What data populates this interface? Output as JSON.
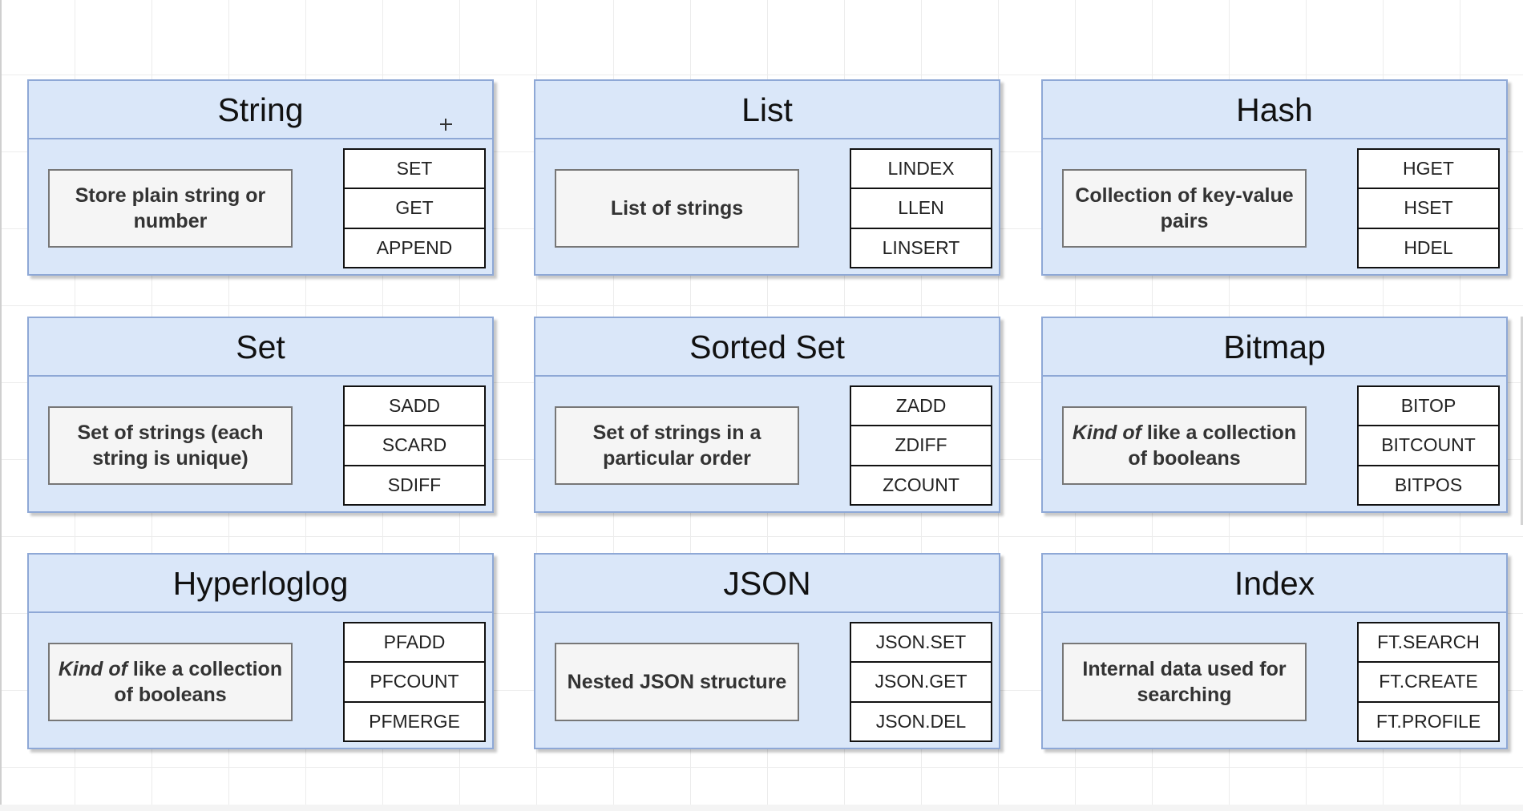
{
  "cards": [
    {
      "title": "String",
      "description": "Store plain string or number",
      "desc_italic": "",
      "desc_rest": "Store plain string or number",
      "commands": [
        "SET",
        "GET",
        "APPEND"
      ]
    },
    {
      "title": "List",
      "description": "List of strings",
      "desc_italic": "",
      "desc_rest": "List of strings",
      "commands": [
        "LINDEX",
        "LLEN",
        "LINSERT"
      ]
    },
    {
      "title": "Hash",
      "description": "Collection of key-value pairs",
      "desc_italic": "",
      "desc_rest": "Collection of key-value pairs",
      "commands": [
        "HGET",
        "HSET",
        "HDEL"
      ]
    },
    {
      "title": "Set",
      "description": "Set of strings (each string is unique)",
      "desc_italic": "",
      "desc_rest": "Set of strings (each string is unique)",
      "commands": [
        "SADD",
        "SCARD",
        "SDIFF"
      ]
    },
    {
      "title": "Sorted Set",
      "description": "Set of strings in a particular order",
      "desc_italic": "",
      "desc_rest": "Set of strings in a particular order",
      "commands": [
        "ZADD",
        "ZDIFF",
        "ZCOUNT"
      ]
    },
    {
      "title": "Bitmap",
      "description": "Kind of like a collection of booleans",
      "desc_italic": "Kind of",
      "desc_rest": " like a collection of booleans",
      "commands": [
        "BITOP",
        "BITCOUNT",
        "BITPOS"
      ]
    },
    {
      "title": "Hyperloglog",
      "description": "Kind of like a collection of booleans",
      "desc_italic": "Kind of",
      "desc_rest": " like a collection of booleans",
      "commands": [
        "PFADD",
        "PFCOUNT",
        "PFMERGE"
      ]
    },
    {
      "title": "JSON",
      "description": "Nested JSON structure",
      "desc_italic": "",
      "desc_rest": "Nested JSON structure",
      "commands": [
        "JSON.SET",
        "JSON.GET",
        "JSON.DEL"
      ]
    },
    {
      "title": "Index",
      "description": "Internal data used for searching",
      "desc_italic": "",
      "desc_rest": "Internal data used for searching",
      "commands": [
        "FT.SEARCH",
        "FT.CREATE",
        "FT.PROFILE"
      ]
    }
  ]
}
